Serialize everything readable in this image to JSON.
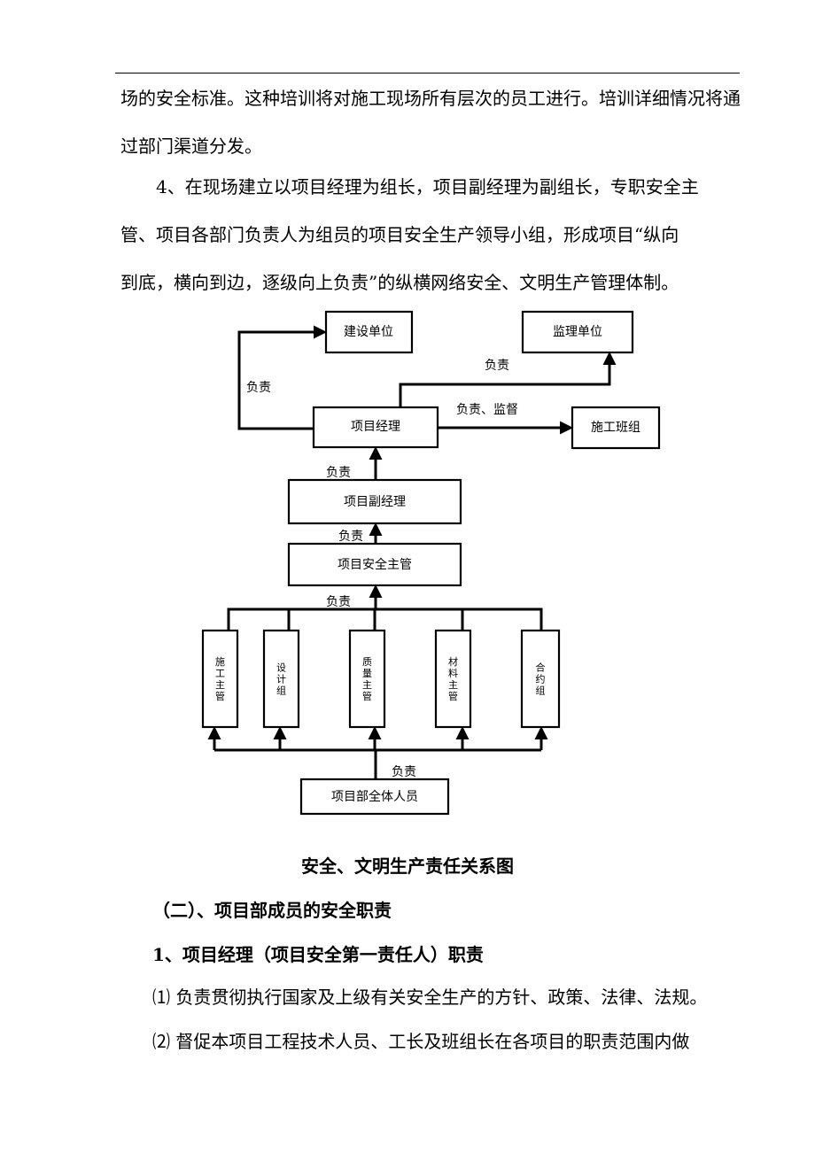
{
  "body": {
    "para1": "场的安全标准。这种培训将对施工现场所有层次的员工进行。培训详细情况将通过部门渠道分发。",
    "para2_lines": [
      "4、在现场建立以项目经理为组长，项目副经理为副组长，专职安全主",
      "管、项目各部门负责人为组员的项目安全生产领导小组，形成项目“纵向",
      "到底，横向到边，逐级向上负责”的纵横网络安全、文明生产管理体制。"
    ]
  },
  "diagram": {
    "boxes": {
      "owner": "建设单位",
      "supervisor": "监理单位",
      "pm": "项目经理",
      "team": "施工班组",
      "deputy": "项目副经理",
      "safety": "项目安全主管",
      "all_staff": "项目部全体人员"
    },
    "departments": [
      "施工主管",
      "设计组",
      "质量主管",
      "材料主管",
      "合约组"
    ],
    "labels": {
      "to_owner": "负责",
      "to_supervisor": "负责",
      "to_team": "负责、监督",
      "deputy_to_pm": "负责",
      "safety_to_deputy": "负责",
      "depts_to_safety": "负责",
      "staff_to_depts": "负责"
    }
  },
  "caption": "安全、文明生产责任关系图",
  "section": {
    "heading": "（二）、项目部成员的安全职责",
    "subheading": "1、项目经理（项目安全第一责任人）职责",
    "items": [
      "⑴ 负责贯彻执行国家及上级有关安全生产的方针、政策、法律、法规。",
      "⑵ 督促本项目工程技术人员、工长及班组长在各项目的职责范围内做"
    ]
  }
}
